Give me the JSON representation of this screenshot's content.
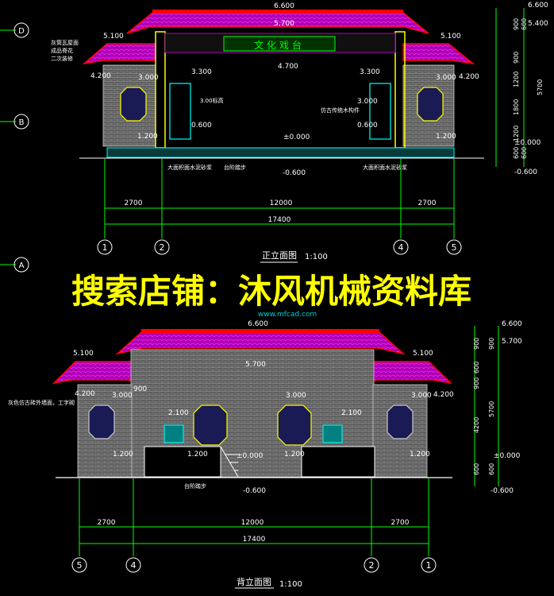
{
  "front": {
    "title": "正立面图",
    "scale": "1:100",
    "stage_sign": "文化戏台",
    "levels": {
      "top": "6.600",
      "ridge_r": "5.700",
      "eave_side": "5.100",
      "lintel": "4.700",
      "side_eave_l": "4.200",
      "side_eave_r": "4.200",
      "win_top": "3.300",
      "mid": "3.000",
      "mid_b": "3.000",
      "win_bot": "0.600",
      "sill": "1.200",
      "zero": "±0.000",
      "neg": "-0.600",
      "right_top": "6.600",
      "right_54": "5.400"
    },
    "notes": {
      "n1": "灰筒瓦屋面",
      "n2": "成品脊花",
      "n3": "二次装修",
      "n4": "3.00标高",
      "n5": "仿古传统木构件",
      "b1": "大面积面水泥砂浆",
      "b2": "台阶踏步",
      "b3": "大面积面水泥砂浆"
    },
    "vdims": [
      "900",
      "600",
      "900",
      "1200",
      "1800",
      "1200",
      "600",
      "5700",
      "600"
    ],
    "hdims": {
      "left": "2700",
      "mid": "12000",
      "right": "2700",
      "total": "17400"
    },
    "axes": [
      "1",
      "2",
      "4",
      "5"
    ]
  },
  "grid_rows": [
    "D",
    "B",
    "A"
  ],
  "watermark": {
    "text": "搜索店铺：沐风机械资料库",
    "site": "www.mfcad.com"
  },
  "back": {
    "title": "背立面图",
    "scale": "1:100",
    "levels": {
      "top": "6.600",
      "ridge": "5.700",
      "eave_l": "5.100",
      "eave_r": "5.100",
      "side_l": "4.200",
      "side_r": "4.200",
      "mid_l": "3.000",
      "mid_c1": "3.000",
      "mid_c2": "3.000",
      "win_l": "2.100",
      "win_r": "2.100",
      "sill_l": "1.200",
      "sill_c1": "1.200",
      "sill_c2": "1.200",
      "sill_r": "1.200",
      "zero": "±0.000",
      "zero_r": "±0.000",
      "neg": "-0.600",
      "neg_r": "-0.600",
      "right_top": "6.600",
      "right_57": "5.700",
      "small": "900"
    },
    "notes": {
      "n1": "灰色仿古砖外墙面，工字砌",
      "b1": "台阶踏步"
    },
    "vdims": [
      "900",
      "600",
      "900",
      "4200",
      "600",
      "5700",
      "600",
      "900"
    ],
    "hdims": {
      "left": "2700",
      "mid": "12000",
      "right": "2700",
      "total": "17400"
    },
    "axes": [
      "5",
      "4",
      "2",
      "1"
    ]
  },
  "colors": {
    "roof": "#cc00cc",
    "ridge": "#ff0000",
    "dim": "#00ff00",
    "wall": "#808080",
    "text": "#ffffff",
    "col": "#ffff00",
    "axis": "#00ff00",
    "base": "#00ffff",
    "watermark": "#ffff00"
  }
}
